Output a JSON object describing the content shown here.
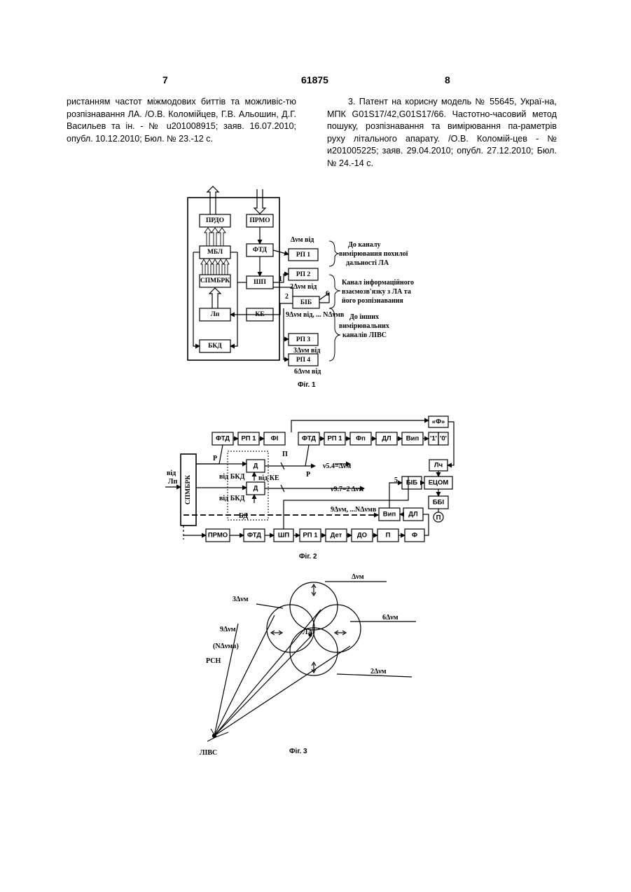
{
  "header": {
    "left_page": "7",
    "patent_number": "61875",
    "right_page": "8"
  },
  "left_column": "ристанням частот міжмодових биттів та можливіс-тю розпізнавання ЛА. /О.В. Коломійцев, Г.В. Альошин, Д.Г. Васильев та ін. - № u201008915; заяв. 16.07.2010; опубл. 10.12.2010; Бюл. № 23.-12 с.",
  "right_column": "3. Патент на корисну модель № 55645, Украї-на, МПК G01S17/42,G01S17/66. Частотно-часовий метод пошуку, розпізнавання та вимірювання па-раметрів руху літального апарату. /О.В. Коломій-цев - № и201005225; заяв. 29.04.2010; опубл. 27.12.2010; Бюл. № 24.-14 с.",
  "fig1": {
    "caption": "Фіг. 1",
    "blocks": {
      "prdo": "ПРДО",
      "prmo": "ПРМО",
      "mbl": "МБЛ",
      "ftd": "ФТД",
      "spmbrk": "СПМБРК",
      "shp": "ШП",
      "lp": "Лп",
      "ke": "КЕ",
      "bkd": "БКД",
      "rp1": "РП 1",
      "rp2": "РП 2",
      "bib": "БІБ",
      "rp3": "РП 3",
      "rp4": "РП 4"
    },
    "labels": {
      "dv_top": "Δνм від",
      "dv_2": "2Δνм від",
      "dv_9": "9Δνм від, ... NΔνмв",
      "dv_3": "3Δνм від",
      "dv_6": "6Δνм від",
      "n1": "1",
      "n2": "2",
      "n6": "6",
      "note1_l1": "До каналу",
      "note1_l2": "вимірювання похилої",
      "note1_l3": "дальності ЛА",
      "note2_l1": "Канал інформаційного",
      "note2_l2": "взаємозв'язку з ЛА та",
      "note2_l3": "його розпізнавання",
      "note3_l1": "До інших",
      "note3_l2": "вимірювальних",
      "note3_l3": "каналів ЛІВС"
    }
  },
  "fig2": {
    "caption": "Фіг. 2",
    "blocks": {
      "ftd1": "ФТД",
      "rp1a": "РП 1",
      "fi": "ФІ",
      "ftd2": "ФТД",
      "rp1b": "РП 1",
      "fp": "Фп",
      "dl1": "ДЛ",
      "vip1": "Вип",
      "one": "'1'",
      "zero": "'0'",
      "phi": "«Ф»",
      "lch": "Лч",
      "ecom": "ЕЦОМ",
      "bbi": "ББІ",
      "bib": "БІБ",
      "vip2": "Вип",
      "dl2": "ДЛ",
      "d1": "Д",
      "d2": "Д",
      "prmo": "ПРМО",
      "ftd3": "ФТД",
      "shp": "ШП",
      "rp1c": "РП 1",
      "det": "Дет",
      "do": "ДО",
      "p": "П",
      "f": "Ф",
      "spmbrk": "СПМБРК",
      "pc": "П"
    },
    "labels": {
      "vid": "від",
      "lp": "Лп",
      "p1": "Р",
      "p2": "Р",
      "vid_bkd1": "від БКД",
      "vid_bkd2": "від БКД",
      "vid_ke": "від КЕ",
      "bd": "БД",
      "pp": "П",
      "n5": "5",
      "nu54": "ν5.4=Δνм",
      "nu97": "ν9.7=2 Δνм",
      "dv9": "9Δνм, ...NΔνмв"
    }
  },
  "fig3": {
    "caption": "Фіг. 3",
    "labels": {
      "dv": "Δνм",
      "dv3": "3Δνм",
      "dv6": "6Δνм",
      "dv9": "9Δνм",
      "ndv": "(NΔνмв)",
      "dv2": "2Δνм",
      "la": "ЛА",
      "rsn": "РСН",
      "livs": "ЛІВС"
    }
  }
}
